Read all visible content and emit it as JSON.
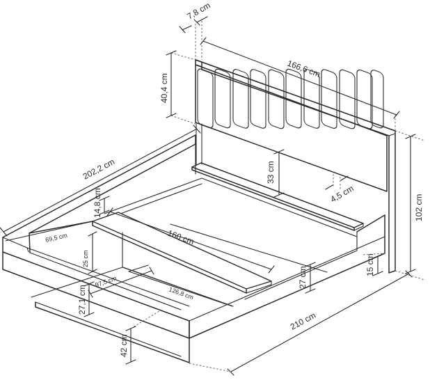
{
  "colors": {
    "line": "#2b2b2b",
    "background": "#ffffff"
  },
  "dimensions": {
    "headboard_thickness": "7,8 cm",
    "headboard_width": "166,6 cm",
    "panel_height": "40,4 cm",
    "length_outer": "202,2 cm",
    "panel_gap": "33 cm",
    "slat_spacing": "4,5 cm",
    "total_height": "102 cm",
    "cross_beam_height": "14,8 cm",
    "inner_width": "160 cm",
    "side_rail_width": "69,5 cm",
    "inner_depth": "25 cm",
    "inner_length": "97,5 cm",
    "support_length": "126,8 cm",
    "rail_height": "27 cm",
    "leg_height": "15 cm",
    "frame_height": "27,1 cm",
    "overall_length": "210 cm",
    "floor_clearance": "42 cm"
  }
}
